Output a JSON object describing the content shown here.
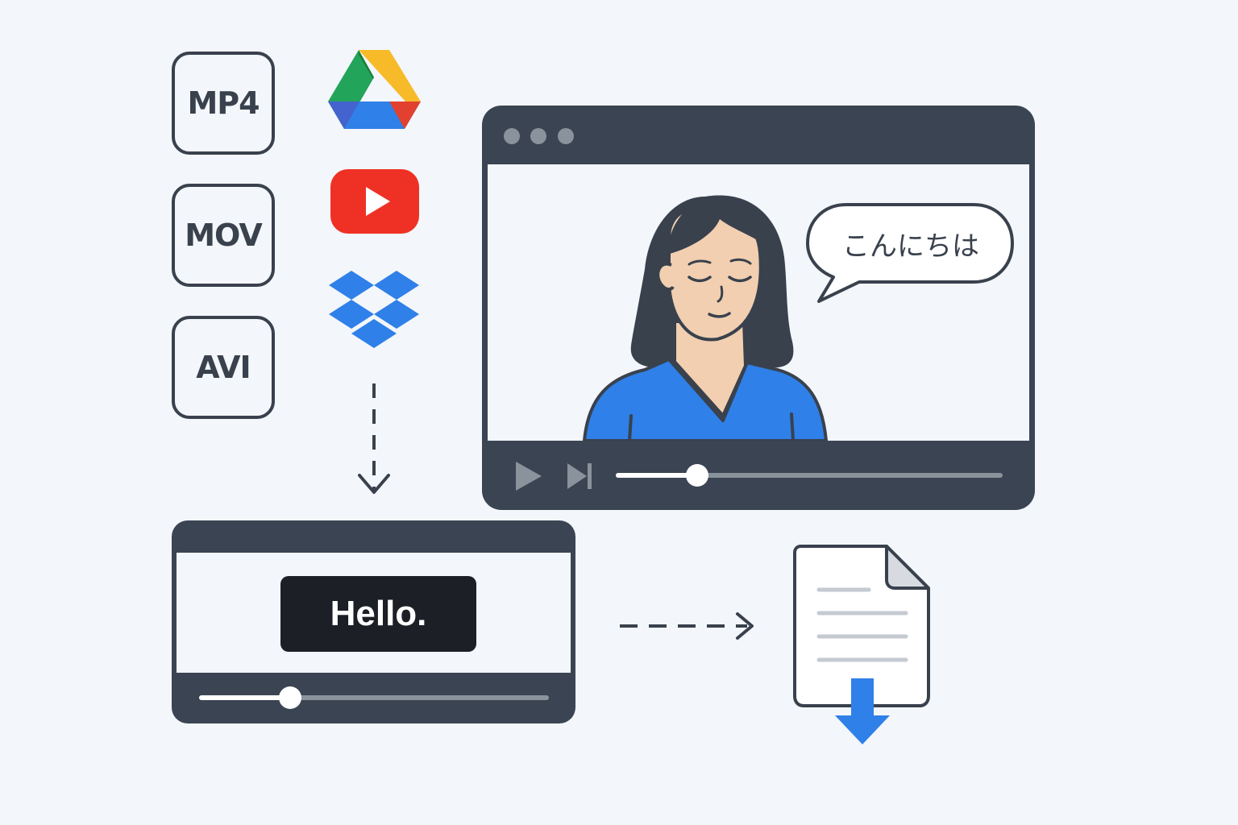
{
  "formats": [
    "MP4",
    "MOV",
    "AVI"
  ],
  "sources": [
    {
      "name": "Google Drive",
      "icon": "google-drive-icon"
    },
    {
      "name": "YouTube",
      "icon": "youtube-icon"
    },
    {
      "name": "Dropbox",
      "icon": "dropbox-icon"
    }
  ],
  "video_player": {
    "speech_text": "こんにちは",
    "progress": 0.21
  },
  "subtitle_editor": {
    "caption_text": "Hello.",
    "progress": 0.26
  },
  "colors": {
    "background": "#f3f6fa",
    "window": "#3b4452",
    "accent_blue": "#2f80e8",
    "youtube_red": "#ee3124"
  }
}
